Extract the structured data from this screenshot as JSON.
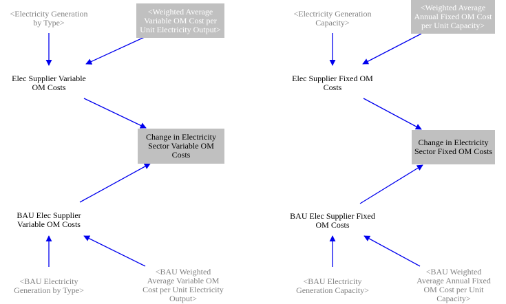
{
  "nodes": {
    "left": {
      "gen_by_type": "<Electricity Generation\nby Type>",
      "wavg_var_cost": "<Weighted Average\nVariable OM Cost per\nUnit Electricity Output>",
      "var_costs": "Elec Supplier Variable\nOM Costs",
      "change_var": "Change in Electricity\nSector Variable OM\nCosts",
      "bau_var_costs": "BAU Elec Supplier\nVariable OM Costs",
      "bau_gen_by_type": "<BAU Electricity\nGeneration by Type>",
      "bau_wavg_var_cost": "<BAU Weighted\nAverage Variable OM\nCost per Unit Electricity\nOutput>"
    },
    "right": {
      "gen_capacity": "<Electricity Generation\nCapacity>",
      "wavg_fixed_cost": "<Weighted Average\nAnnual Fixed OM Cost\nper Unit Capacity>",
      "fixed_costs": "Elec Supplier Fixed OM\nCosts",
      "change_fixed": "Change in Electricity\nSector Fixed OM Costs",
      "bau_fixed_costs": "BAU Elec Supplier Fixed\nOM Costs",
      "bau_gen_capacity": "<BAU Electricity\nGeneration Capacity>",
      "bau_wavg_fixed_cost": "<BAU Weighted\nAverage Annual Fixed\nOM Cost per Unit\nCapacity>"
    }
  },
  "colors": {
    "arrow": "#0000ee",
    "box_fill": "#c0c0c0",
    "shadow_text": "#808080"
  }
}
